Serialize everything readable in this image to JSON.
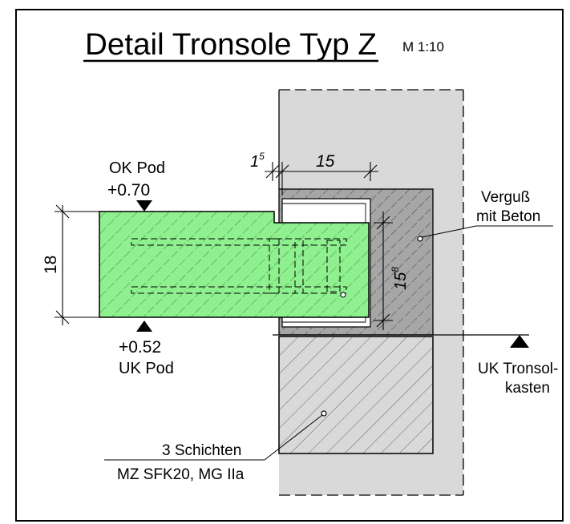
{
  "title": "Detail Tronsole Typ Z",
  "scale": "M 1:10",
  "level_top": {
    "name": "OK Pod",
    "value": "+0.70"
  },
  "level_bottom": {
    "name": "UK Pod",
    "value": "+0.52"
  },
  "dim_slab_thickness": "18",
  "dim_gap_base": "1",
  "dim_gap_sup": "5",
  "dim_insert_depth": "15",
  "dim_box_height_base": "15",
  "dim_box_height_sup": "8",
  "grout_label": {
    "line1": "Verguß",
    "line2": "mit Beton"
  },
  "box_label": {
    "line1": "UK Tronsol-",
    "line2": "kasten"
  },
  "masonry_label": {
    "line1": "3 Schichten",
    "line2": "MZ SFK20, MG IIa"
  },
  "colors": {
    "slab_fill": "#8ef08e",
    "wall_fill": "#d9d9d9",
    "grout_fill": "#a6a6a6",
    "masonry_fill": "#d9d9d9",
    "line": "#000000"
  }
}
